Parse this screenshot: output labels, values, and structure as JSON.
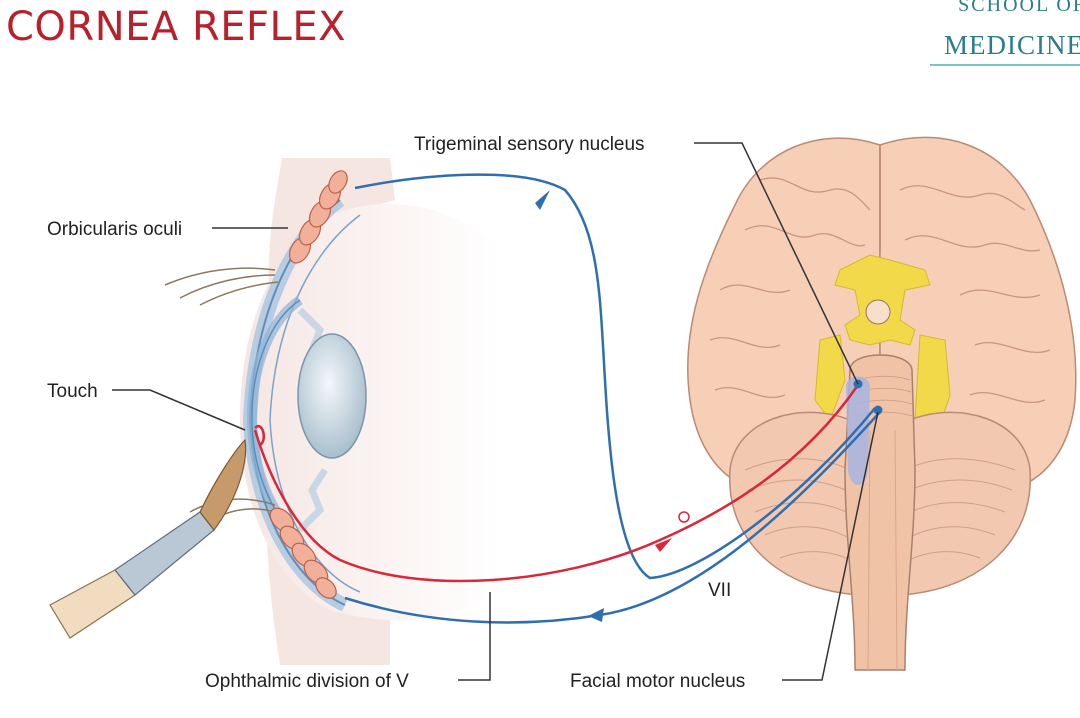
{
  "title": "CORNEA REFLEX",
  "logo": {
    "line1": "SCHOOL OF",
    "line2": "MEDICINE"
  },
  "labels": {
    "trigeminal": "Trigeminal sensory nucleus",
    "orbicularis": "Orbicularis oculi",
    "touch": "Touch",
    "vii": "VII",
    "ophthalmic": "Ophthalmic division of V",
    "facial": "Facial motor nucleus"
  },
  "colors": {
    "title": "#b8202c",
    "logo": "#2a7d8a",
    "sensory": "#d8283a",
    "motor": "#2f6fb0"
  }
}
